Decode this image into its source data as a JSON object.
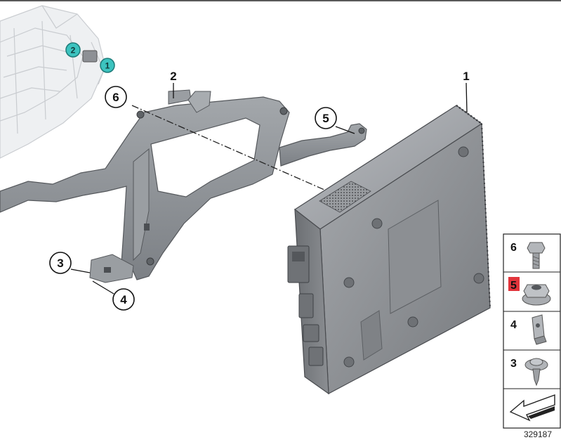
{
  "diagram": {
    "part_id": "329187",
    "location_callouts": [
      {
        "number": "2",
        "color": "#3cc3bf"
      },
      {
        "number": "1",
        "color": "#3cc3bf"
      }
    ],
    "callouts": [
      {
        "number": "1"
      },
      {
        "number": "2"
      },
      {
        "number": "6"
      },
      {
        "number": "5"
      },
      {
        "number": "3"
      },
      {
        "number": "4"
      }
    ],
    "legend": [
      {
        "number": "6",
        "icon": "bolt-icon",
        "highlighted": false
      },
      {
        "number": "5",
        "icon": "hex-nut-icon",
        "highlighted": true
      },
      {
        "number": "4",
        "icon": "clip-nut-icon",
        "highlighted": false
      },
      {
        "number": "3",
        "icon": "screw-icon",
        "highlighted": false
      },
      {
        "number": "",
        "icon": "arrow-icon",
        "highlighted": false
      }
    ],
    "colors": {
      "bracket": "#8f9398",
      "module": "#8a8d91",
      "callout_highlight": "#e2343b",
      "teal": "#3cc3bf"
    }
  }
}
